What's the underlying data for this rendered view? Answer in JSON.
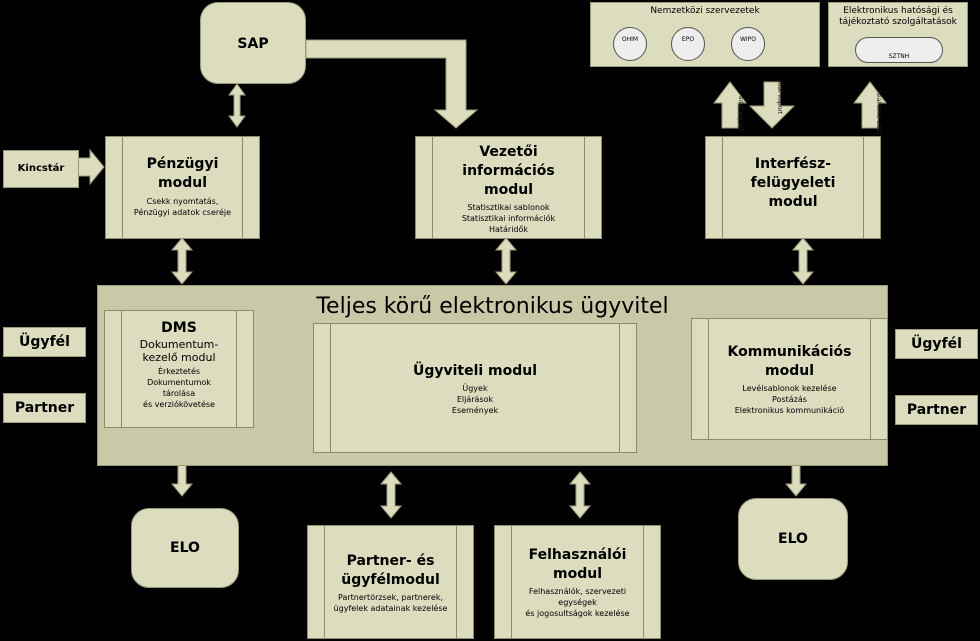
{
  "colors": {
    "box_fill": "#dcdcbf",
    "central_fill": "#c9c9a8",
    "arrow_fill": "#dcdcbf",
    "background": "#000000"
  },
  "sap": "SAP",
  "kincstar": "Kincstár",
  "penzugyi": {
    "title": "Pénzügyi\nmodul",
    "desc": "Csekk nyomtatás,\nPénzügyi adatok cseréje"
  },
  "vezetoi": {
    "title": "Vezetői\ninformációs\nmodul",
    "desc": "Statisztikai sablonok\nStatisztikai információk\nHatáridők"
  },
  "interfesz": {
    "title": "Interfész-\nfelügyeleti\nmodul"
  },
  "nemzetkozi": {
    "title": "Nemzetközi szervezetek",
    "logos": [
      "OHIM",
      "EPO",
      "WIPO"
    ]
  },
  "elektronikus": {
    "title": "Elektronikus hatósági és\ntájékoztató szolgáltatások",
    "logo": "SZTNH"
  },
  "vert_labels": {
    "export": "adat export",
    "import": "adat import",
    "realtime": "Real-time adat"
  },
  "central": {
    "title": "Teljes körű elektronikus ügyvitel"
  },
  "dms": {
    "title": "DMS",
    "subtitle": "Dokumentum-\nkezelő modul",
    "desc": "Érkeztetés\nDokumentumok\ntárolása\nés verziókövetése"
  },
  "ugyviteli": {
    "title": "Ügyviteli modul",
    "desc": "Ügyek\nEljárások\nEsemények"
  },
  "kommunikacios": {
    "title": "Kommunikációs\nmodul",
    "desc": "Levélsablonok kezelése\nPostázás\nElektronikus kommunikáció"
  },
  "left_labels": {
    "ugyfel": "Ügyfél",
    "partner": "Partner"
  },
  "right_labels": {
    "ugyfel": "Ügyfél",
    "partner": "Partner"
  },
  "elo_left": "ELO",
  "elo_right": "ELO",
  "partner_modul": {
    "title": "Partner- és\nügyfélmodul",
    "desc": "Partnertörzsek, partnerek,\nügyfelek adatainak kezelése"
  },
  "felhasznaloi": {
    "title": "Felhasználói\nmodul",
    "desc": "Felhasználók, szervezeti\negységek\nés jogosultságok kezelése"
  }
}
